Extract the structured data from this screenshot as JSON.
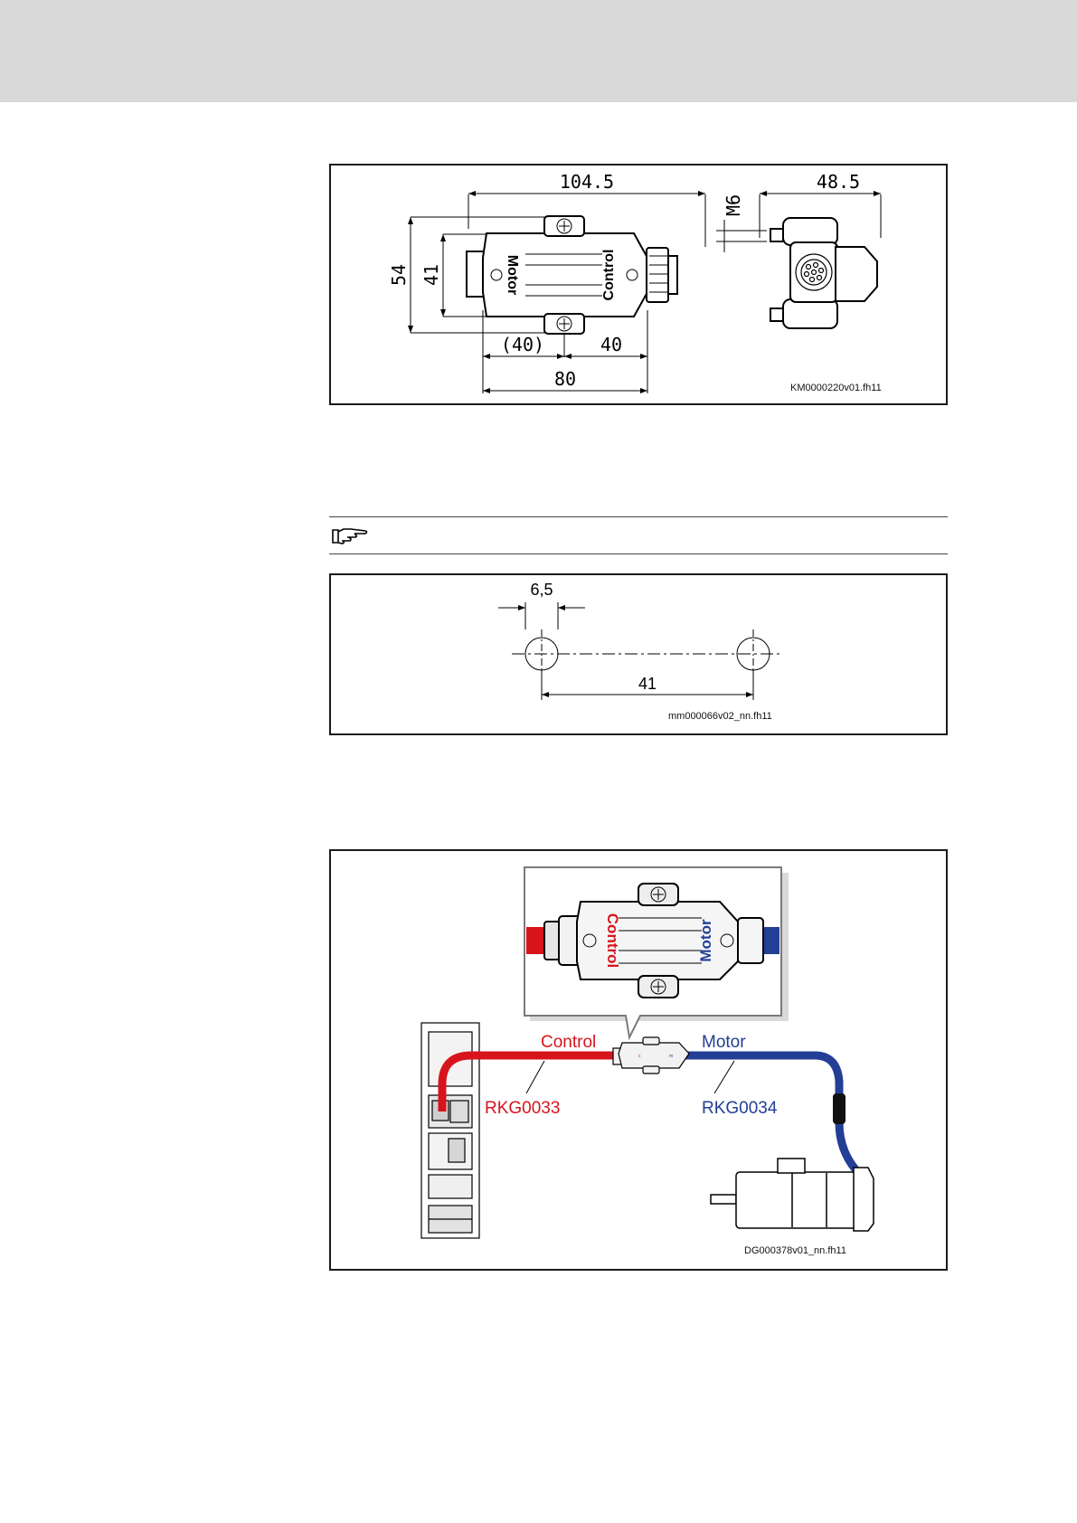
{
  "figures": {
    "dimension_drawing": {
      "dims": {
        "overall_length": "104.5",
        "height_outer": "54",
        "height_inner": "41",
        "half_left": "(40)",
        "half_right": "40",
        "base_length": "80",
        "side_depth": "48.5",
        "thread": "M6"
      },
      "labels": {
        "motor": "Motor",
        "control": "Control"
      },
      "id": "KM0000220v01.fh11"
    },
    "drilling_pattern": {
      "dims": {
        "hole_diameter": "6,5",
        "spacing": "41"
      },
      "id": "mm000066v02_nn.fh11"
    },
    "connection_diagram": {
      "callout": {
        "control": "Control",
        "motor": "Motor"
      },
      "cables": {
        "control_label": "Control",
        "control_cable": "RKG0033",
        "motor_label": "Motor",
        "motor_cable": "RKG0034"
      },
      "colors": {
        "control": "#d7141c",
        "motor": "#233e95"
      },
      "id": "DG000378v01_nn.fh11"
    }
  },
  "note": {
    "icon": "pointing-hand-icon"
  }
}
